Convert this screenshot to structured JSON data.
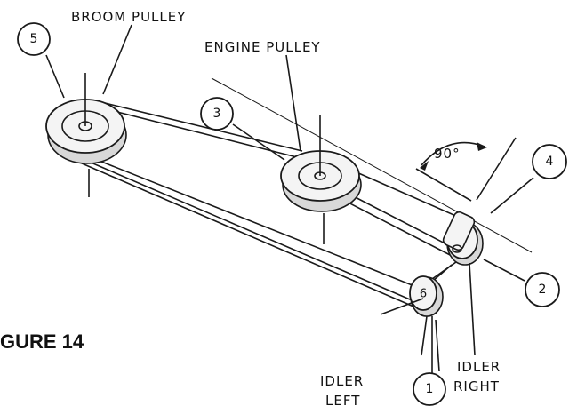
{
  "labels": {
    "broom_pulley": "BROOM PULLEY",
    "engine_pulley": "ENGINE PULLEY",
    "angle": "90°",
    "idler_left_line1": "IDLER",
    "idler_left_line2": "LEFT",
    "idler_right_line1": "IDLER",
    "idler_right_line2": "RIGHT",
    "figure": "GURE 14"
  },
  "callouts": {
    "c1": "1",
    "c2": "2",
    "c3": "3",
    "c4": "4",
    "c5": "5",
    "c6": "6"
  }
}
